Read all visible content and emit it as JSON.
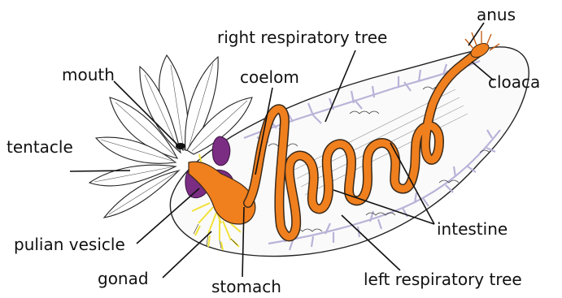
{
  "diagram": {
    "labels": {
      "anus": "anus",
      "right_respiratory_tree": "right respiratory tree",
      "mouth": "mouth",
      "coelom": "coelom",
      "cloaca": "cloaca",
      "tentacle": "tentacle",
      "intestine": "intestine",
      "pulian_vesicle": "pulian vesicle",
      "gonad": "gonad",
      "stomach": "stomach",
      "left_respiratory_tree": "left respiratory tree"
    },
    "colors": {
      "intestine": "#f07f1e",
      "intestine_outline": "#3a2a1a",
      "respiratory_tree": "#b9b3d8",
      "vesicle": "#7b2d83",
      "gonad": "#f2e23a",
      "body_outline": "#222222"
    }
  }
}
